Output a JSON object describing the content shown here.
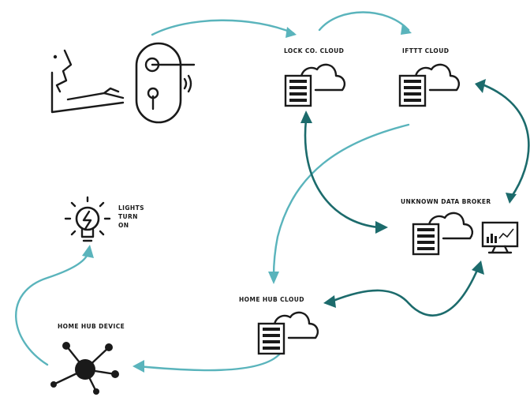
{
  "colors": {
    "ink": "#1a1a1a",
    "light_arrow": "#5ab4bc",
    "dark_arrow": "#1c6b6c",
    "background": "#ffffff"
  },
  "nodes": {
    "lock_cloud": {
      "label": "LOCK CO. CLOUD",
      "icon": "server-cloud-icon"
    },
    "ifttt_cloud": {
      "label": "IFTTT CLOUD",
      "icon": "server-cloud-icon"
    },
    "data_broker": {
      "label": "UNKNOWN DATA BROKER",
      "icon": "server-cloud-monitor-icon"
    },
    "home_hub_cloud": {
      "label": "HOME HUB CLOUD",
      "icon": "server-cloud-icon"
    },
    "home_hub_device": {
      "label": "HOME HUB DEVICE",
      "icon": "hub-network-icon"
    },
    "lights": {
      "label_lines": [
        "LIGHTS",
        "TURN",
        "ON"
      ],
      "icon": "lightbulb-icon"
    },
    "person": {
      "icon": "person-pointing-icon"
    },
    "door_lock": {
      "icon": "smart-lock-icon"
    }
  },
  "edges": [
    {
      "from": "door_lock",
      "to": "lock_cloud",
      "style": "light"
    },
    {
      "from": "lock_cloud",
      "to": "ifttt_cloud",
      "style": "light"
    },
    {
      "from": "ifttt_cloud",
      "to": "home_hub_cloud",
      "style": "light"
    },
    {
      "from": "home_hub_cloud",
      "to": "home_hub_device",
      "style": "light"
    },
    {
      "from": "home_hub_device",
      "to": "lights",
      "style": "light"
    },
    {
      "from": "lock_cloud",
      "to": "data_broker",
      "style": "dark",
      "bidirectional": true
    },
    {
      "from": "ifttt_cloud",
      "to": "data_broker",
      "style": "dark",
      "bidirectional": true
    },
    {
      "from": "home_hub_cloud",
      "to": "data_broker",
      "style": "dark",
      "bidirectional": true
    }
  ]
}
